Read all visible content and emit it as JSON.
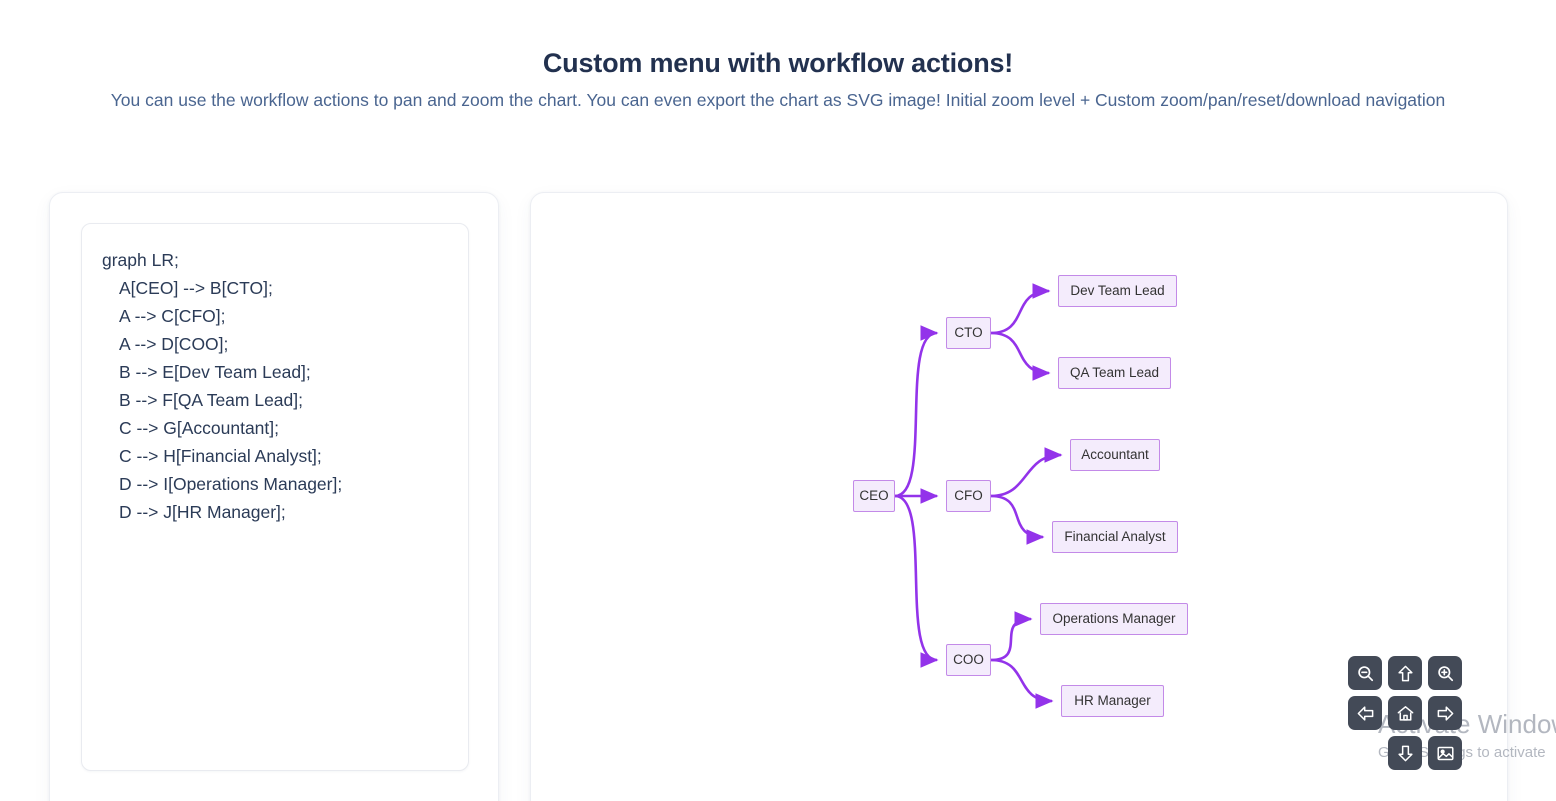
{
  "header": {
    "title": "Custom menu with workflow actions!",
    "subtitle": "You can use the workflow actions to pan and zoom the chart. You can even export the chart as SVG image! Initial zoom level + Custom zoom/pan/reset/download navigation"
  },
  "editor": {
    "lines": [
      {
        "text": "graph LR;",
        "indent": false
      },
      {
        "text": "A[CEO] --> B[CTO];",
        "indent": true
      },
      {
        "text": "A --> C[CFO];",
        "indent": true
      },
      {
        "text": "A --> D[COO];",
        "indent": true
      },
      {
        "text": "B --> E[Dev Team Lead];",
        "indent": true
      },
      {
        "text": "B --> F[QA Team Lead];",
        "indent": true
      },
      {
        "text": "C --> G[Accountant];",
        "indent": true
      },
      {
        "text": "C --> H[Financial Analyst];",
        "indent": true
      },
      {
        "text": "D --> I[Operations Manager];",
        "indent": true
      },
      {
        "text": "D --> J[HR Manager];",
        "indent": true
      }
    ]
  },
  "chart_data": {
    "type": "diagram",
    "diagram_kind": "mermaid-flowchart",
    "direction": "LR",
    "node_fill": "#f4ecfc",
    "node_border": "#c38ae8",
    "edge_color": "#9333ea",
    "nodes": [
      {
        "id": "A",
        "label": "CEO"
      },
      {
        "id": "B",
        "label": "CTO"
      },
      {
        "id": "C",
        "label": "CFO"
      },
      {
        "id": "D",
        "label": "COO"
      },
      {
        "id": "E",
        "label": "Dev Team Lead"
      },
      {
        "id": "F",
        "label": "QA Team Lead"
      },
      {
        "id": "G",
        "label": "Accountant"
      },
      {
        "id": "H",
        "label": "Financial Analyst"
      },
      {
        "id": "I",
        "label": "Operations Manager"
      },
      {
        "id": "J",
        "label": "HR Manager"
      }
    ],
    "edges": [
      {
        "from": "A",
        "to": "B"
      },
      {
        "from": "A",
        "to": "C"
      },
      {
        "from": "A",
        "to": "D"
      },
      {
        "from": "B",
        "to": "E"
      },
      {
        "from": "B",
        "to": "F"
      },
      {
        "from": "C",
        "to": "G"
      },
      {
        "from": "C",
        "to": "H"
      },
      {
        "from": "D",
        "to": "I"
      },
      {
        "from": "D",
        "to": "J"
      }
    ]
  },
  "controls": [
    {
      "name": "zoom-out-icon",
      "label": "Zoom out"
    },
    {
      "name": "arrow-up-icon",
      "label": "Pan up"
    },
    {
      "name": "zoom-in-icon",
      "label": "Zoom in"
    },
    {
      "name": "arrow-left-icon",
      "label": "Pan left"
    },
    {
      "name": "home-icon",
      "label": "Reset"
    },
    {
      "name": "arrow-right-icon",
      "label": "Pan right"
    },
    {
      "name": "arrow-down-icon",
      "label": "Pan down"
    },
    {
      "name": "image-export-icon",
      "label": "Download SVG"
    }
  ],
  "watermark": {
    "title": "Activate Windows",
    "subtitle": "Go to Settings to activate"
  }
}
